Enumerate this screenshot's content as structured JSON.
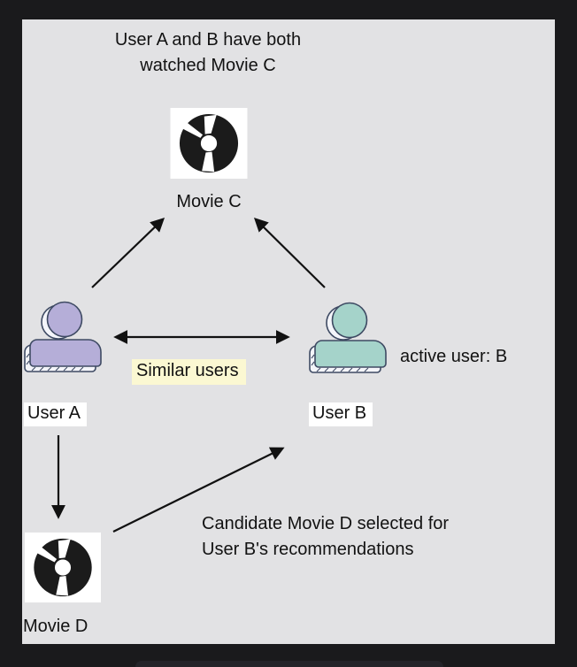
{
  "frame": {
    "background": "#1a1a1c",
    "canvas_color": "#e2e2e4"
  },
  "diagram": {
    "title": {
      "lines": [
        "User A and B have both",
        "watched Movie C"
      ]
    },
    "nodes": {
      "movie_c": {
        "label": "Movie C",
        "icon": "movie-disc-icon"
      },
      "movie_d": {
        "label": "Movie D",
        "icon": "movie-disc-icon"
      },
      "user_a": {
        "label": "User A",
        "icon": "person-icon",
        "color": "#b5aed8"
      },
      "user_b": {
        "label": "User B",
        "icon": "person-icon",
        "color": "#a5d3ca"
      }
    },
    "annotations": {
      "similar_users": {
        "label": "Similar users",
        "highlight_color": "#fbf8d2"
      },
      "active_user": {
        "label": "active user: B"
      },
      "candidate": {
        "lines": [
          "Candidate Movie D selected for",
          "User B's recommendations"
        ]
      }
    },
    "edges": [
      {
        "from": "user_a",
        "to": "movie_c",
        "type": "arrow"
      },
      {
        "from": "user_b",
        "to": "movie_c",
        "type": "arrow"
      },
      {
        "from": "user_a",
        "to": "user_b",
        "type": "double-arrow"
      },
      {
        "from": "user_a",
        "to": "movie_d",
        "type": "arrow"
      },
      {
        "from": "movie_d",
        "to": "user_b",
        "type": "arrow"
      }
    ],
    "stroke_color": "#111111",
    "icon_outline_color": "#3e4a63"
  }
}
